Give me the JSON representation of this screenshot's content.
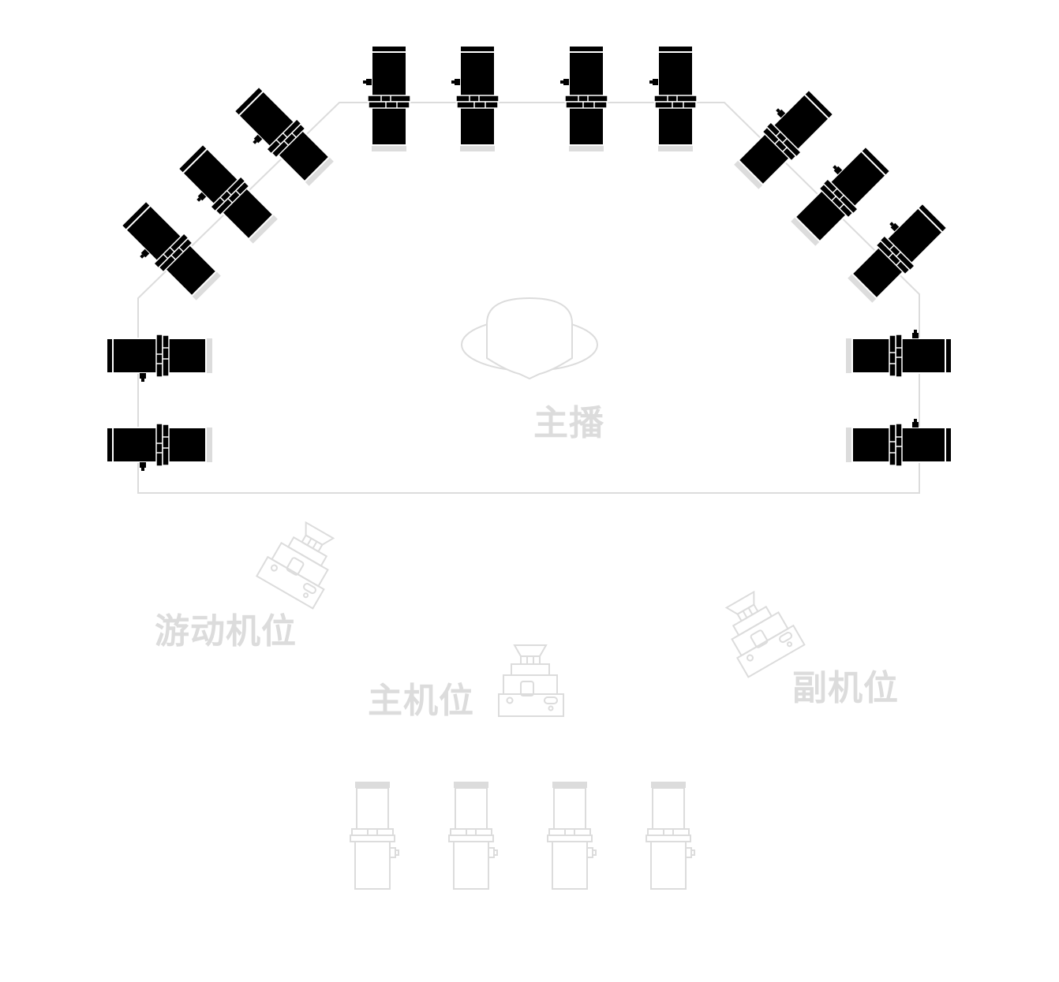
{
  "labels": {
    "host": "主播",
    "roaming_camera": "游动机位",
    "main_camera": "主机位",
    "sub_camera": "副机位"
  },
  "colors": {
    "light": "#000000",
    "outline": "#dcdcdc",
    "shadow": "#dcdcdc",
    "background": "#ffffff"
  },
  "icons": {
    "stage_light": "spotlight-icon",
    "audience_light": "spotlight-outline-icon",
    "camera": "video-camera-icon",
    "host": "host-head-icon"
  }
}
